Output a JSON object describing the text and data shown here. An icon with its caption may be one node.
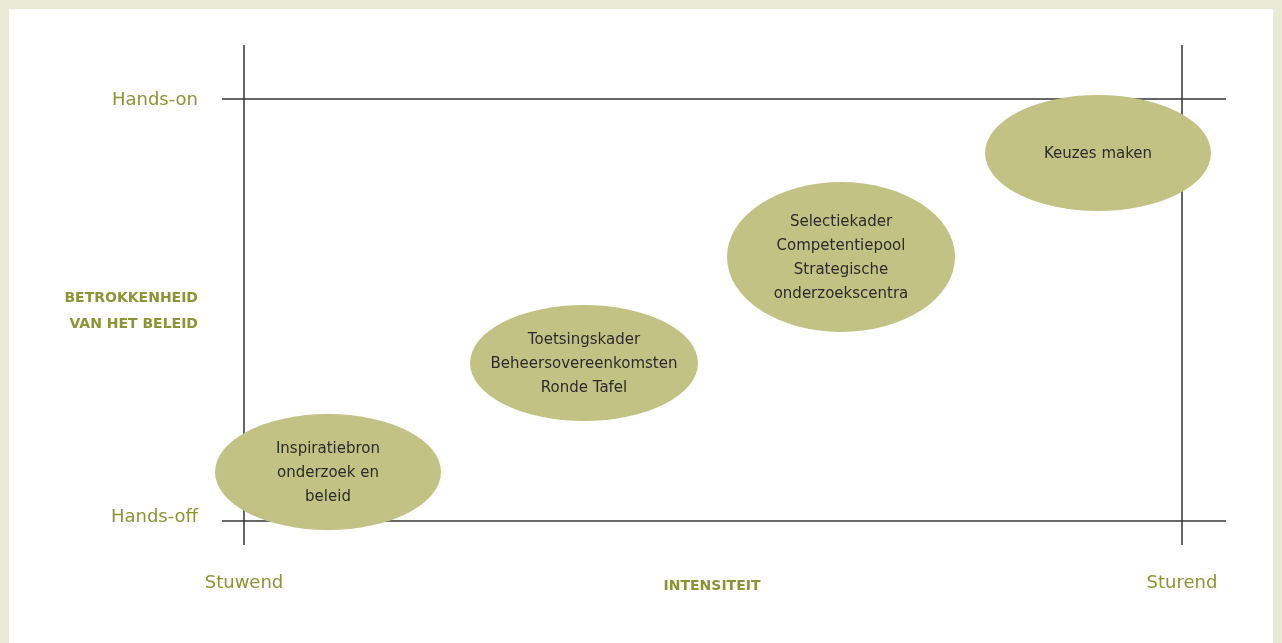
{
  "diagram": {
    "nodes": [
      {
        "text": [
          "Keuzes maken"
        ]
      },
      {
        "text": [
          "Selectiekader",
          "Competentiepool",
          "Strategische onderzoekscentra"
        ]
      },
      {
        "text": [
          "Toetsingskader",
          "Beheersovereenkomsten",
          "Ronde Tafel"
        ]
      },
      {
        "text": [
          "Inspiratiebron onderzoek en beleid"
        ]
      }
    ],
    "edges": [],
    "labels": [
      "Hands-on",
      "BETROKKENHEID VAN HET BELEID",
      "Hands-off",
      "Stuwend",
      "INTENSITEIT",
      "Sturend"
    ]
  }
}
